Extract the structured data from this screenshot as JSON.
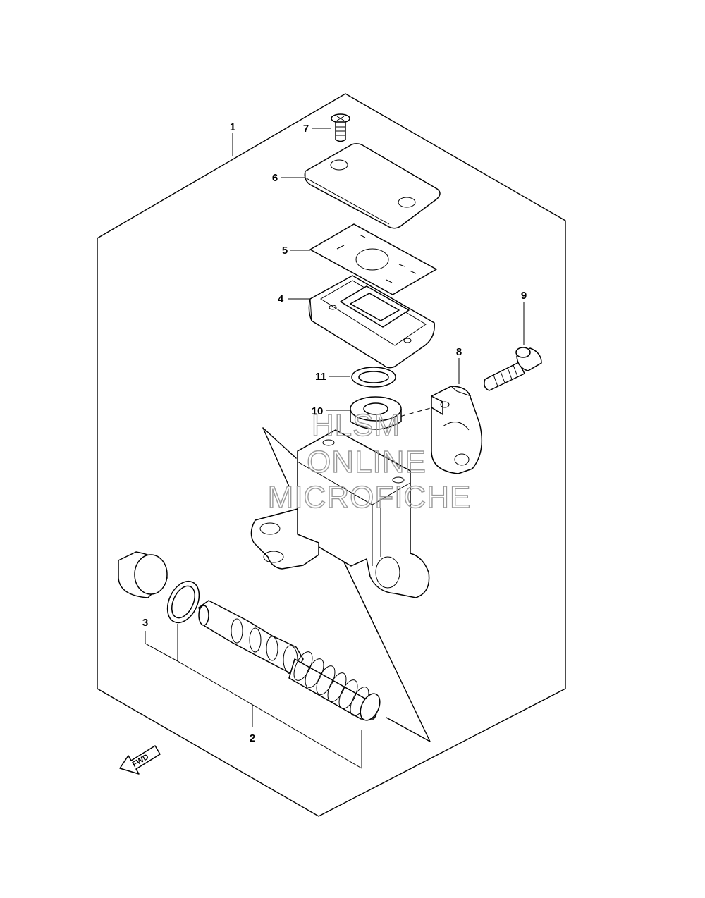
{
  "callouts": [
    {
      "id": "1",
      "label": "1"
    },
    {
      "id": "2",
      "label": "2"
    },
    {
      "id": "3",
      "label": "3"
    },
    {
      "id": "4",
      "label": "4"
    },
    {
      "id": "5",
      "label": "5"
    },
    {
      "id": "6",
      "label": "6"
    },
    {
      "id": "7",
      "label": "7"
    },
    {
      "id": "8",
      "label": "8"
    },
    {
      "id": "9",
      "label": "9"
    },
    {
      "id": "10",
      "label": "10"
    },
    {
      "id": "11",
      "label": "11"
    }
  ],
  "watermark": {
    "line1": "HLSM",
    "line2": "ONLINE",
    "line3": "MICROFICHE"
  },
  "direction_arrow": {
    "label": "FWD"
  }
}
